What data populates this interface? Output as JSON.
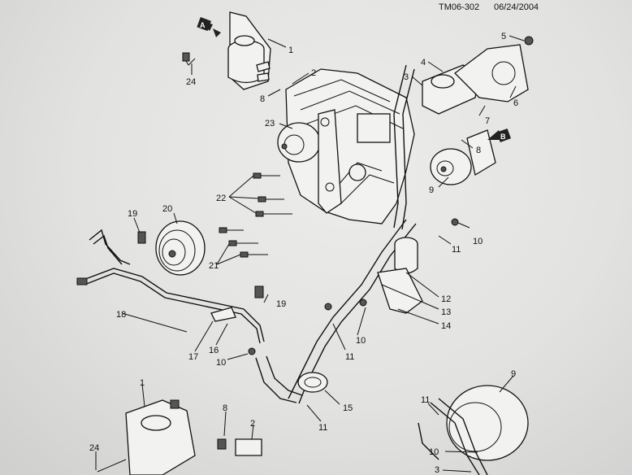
{
  "doc_id": "TM06-302",
  "date": "06/24/2004",
  "view_labels": [
    "A",
    "B"
  ],
  "part_refs": {
    "r1": "1",
    "r2": "2",
    "r3": "3",
    "r4": "4",
    "r5": "5",
    "r6": "6",
    "r7": "7",
    "r8": "8",
    "r9": "9",
    "r10": "10",
    "r11": "11",
    "r12": "12",
    "r13": "13",
    "r14": "14",
    "r15": "15",
    "r16": "16",
    "r17": "17",
    "r18": "18",
    "r19": "19",
    "r20": "20",
    "r21": "21",
    "r22": "22",
    "r23": "23",
    "r24": "24"
  },
  "colors": {
    "ink": "#111111",
    "paper": "#e6e6e4",
    "callout": "#222222"
  }
}
